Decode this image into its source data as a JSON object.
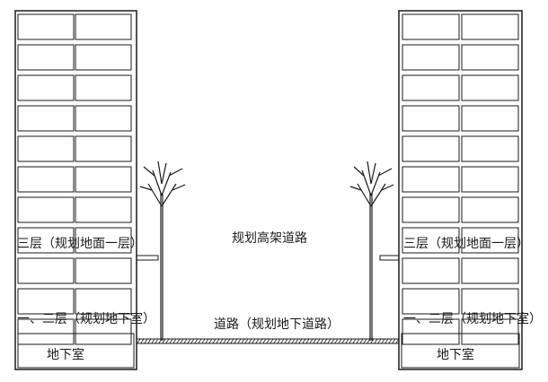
{
  "labels": {
    "third_floor": "三层（规划地面一层）",
    "first_second_floor": "一、二层（规划地下室）",
    "basement": "地下室",
    "elevated_road": "规划高架道路",
    "ground_road": "道路（规划地下道路）"
  },
  "buildings": {
    "left": {
      "floors_shown": 11
    },
    "right": {
      "floors_shown": 11
    }
  },
  "colors": {
    "line": "#1a1a1a",
    "background": "#ffffff"
  }
}
